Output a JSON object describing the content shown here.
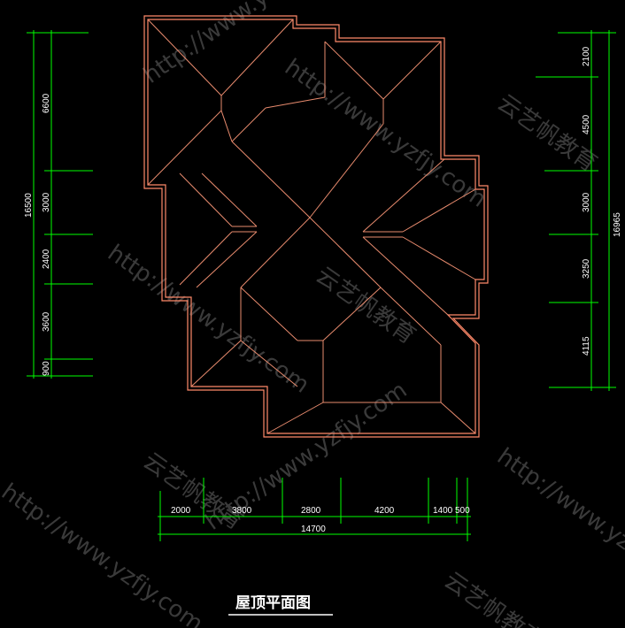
{
  "title": "屋顶平面图",
  "colors": {
    "background": "#000000",
    "dimension": "#00ff00",
    "roof_outer": "#ff8a6a",
    "roof_inner": "#e88b6e",
    "text": "#ffffff",
    "watermark": "#3a3a3a"
  },
  "dimensions": {
    "left": {
      "segments": [
        "6600",
        "3000",
        "2400",
        "3600",
        "900"
      ],
      "total": "16500"
    },
    "right": {
      "segments": [
        "2100",
        "4500",
        "3000",
        "3250",
        "4115"
      ],
      "total": "16965"
    },
    "bottom": {
      "segments": [
        "2000",
        "3800",
        "2800",
        "4200",
        "1400",
        "500"
      ],
      "total": "14700"
    }
  },
  "watermark": {
    "url": "http://www.yzfjy.com",
    "name": "云艺帆教育"
  }
}
